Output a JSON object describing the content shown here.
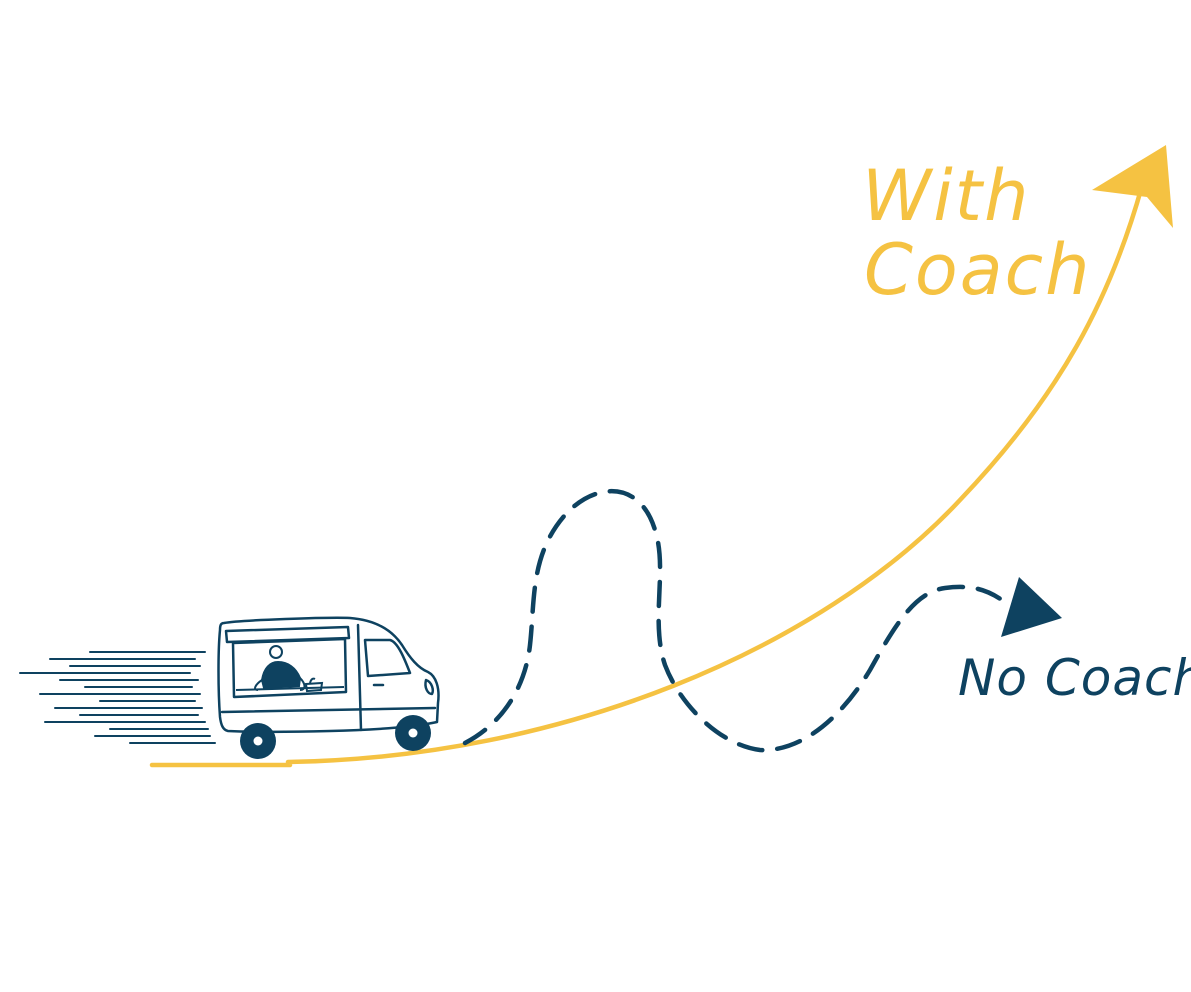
{
  "colors": {
    "coach_line": "#f5c242",
    "no_coach_line": "#0e4260",
    "background": "#ffffff"
  },
  "labels": {
    "with_coach_line1": "With",
    "with_coach_line2": "Coach",
    "no_coach": "No Coach"
  },
  "icons": {
    "vehicle": "food-truck-icon",
    "person": "vendor-person-icon"
  }
}
